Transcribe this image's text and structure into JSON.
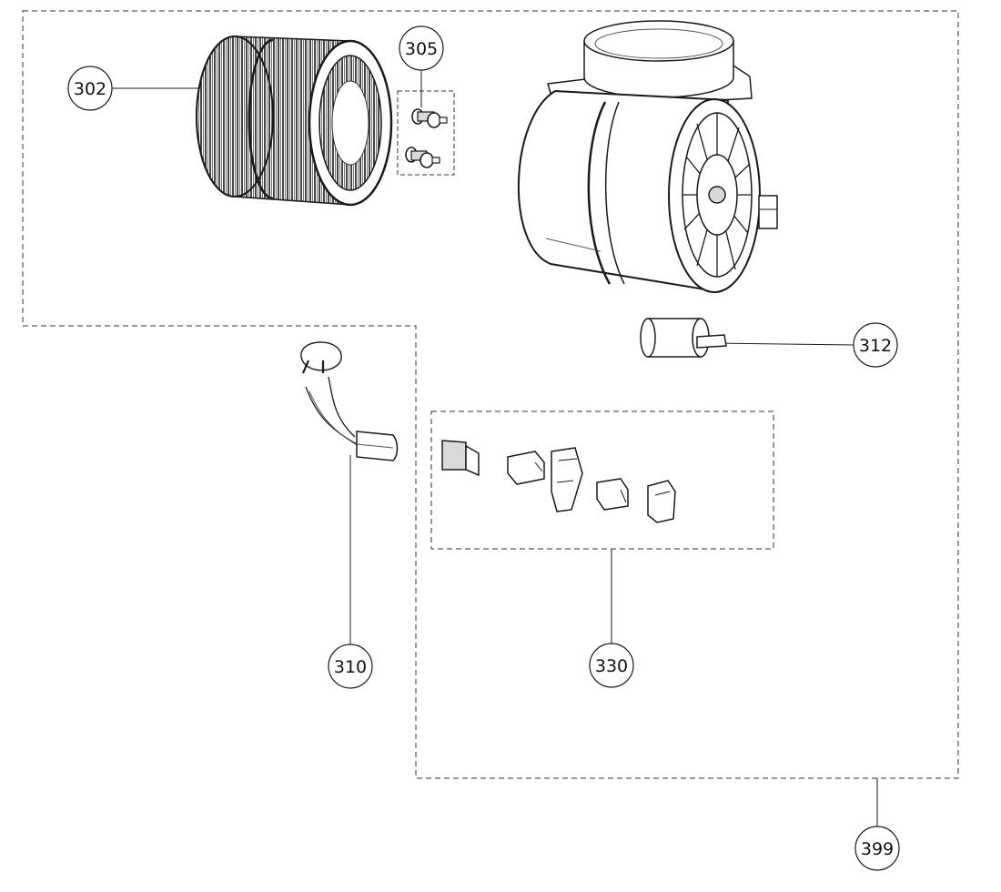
{
  "diagram": {
    "callouts": {
      "c302": "302",
      "c305": "305",
      "c312": "312",
      "c310": "310",
      "c330": "330",
      "c399": "399"
    },
    "colors": {
      "line": "#1a1a1a",
      "dash": "#333333",
      "fill": "#ffffff",
      "shade": "#d9d9d9"
    },
    "parts": [
      "blower-wheel-icon",
      "grommet-icon",
      "motor-housing-icon",
      "capacitor-icon",
      "power-cord-icon",
      "connector-icon"
    ]
  }
}
